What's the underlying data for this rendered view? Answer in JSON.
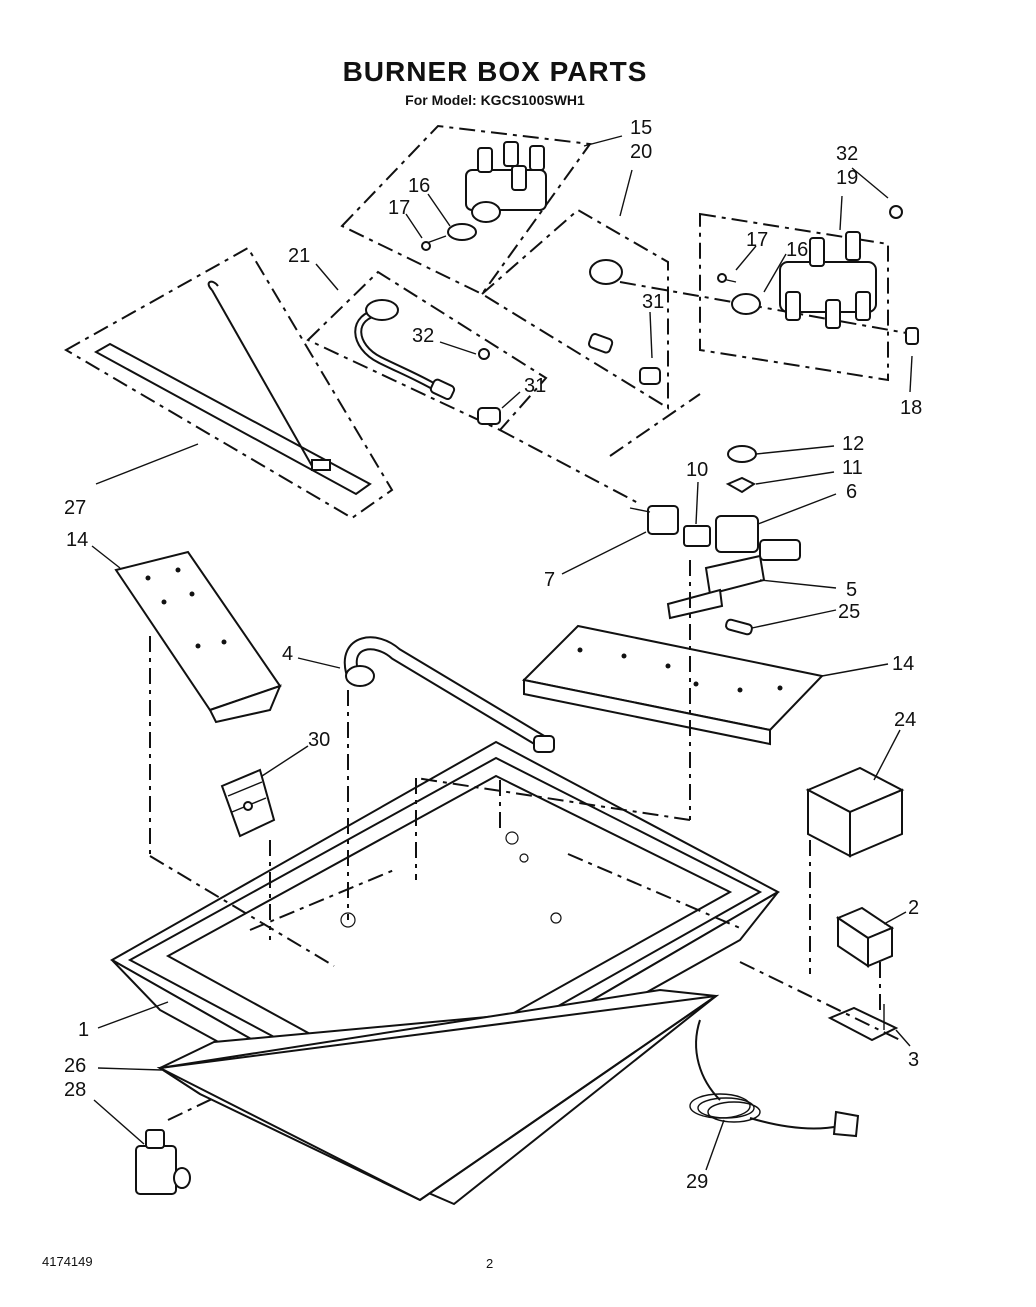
{
  "header": {
    "title": "BURNER BOX PARTS",
    "subtitle": "For Model: KGCS100SWH1"
  },
  "footer": {
    "doc_number": "4174149",
    "page_number": "2"
  },
  "callouts": {
    "c1": "1",
    "c2": "2",
    "c3": "3",
    "c4": "4",
    "c5": "5",
    "c6": "6",
    "c7": "7",
    "c10": "10",
    "c11": "11",
    "c12": "12",
    "c14a": "14",
    "c14b": "14",
    "c15": "15",
    "c16a": "16",
    "c16b": "16",
    "c17a": "17",
    "c17b": "17",
    "c18": "18",
    "c19": "19",
    "c20": "20",
    "c21": "21",
    "c24": "24",
    "c25": "25",
    "c26": "26",
    "c27": "27",
    "c28": "28",
    "c29": "29",
    "c30": "30",
    "c31a": "31",
    "c31b": "31",
    "c32a": "32",
    "c32b": "32"
  }
}
